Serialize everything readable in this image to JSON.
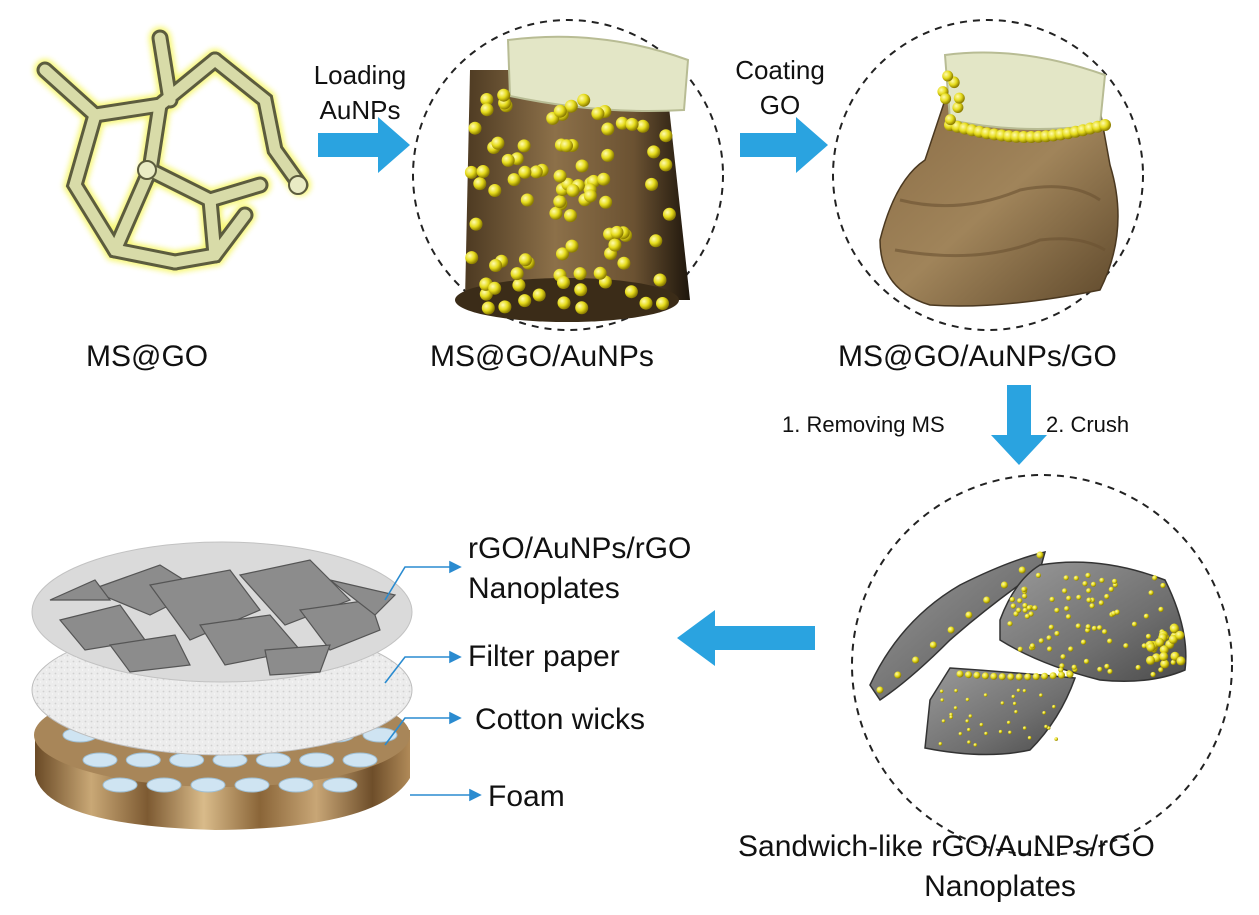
{
  "labels": {
    "ms_go": "MS@GO",
    "ms_go_aunps": "MS@GO/AuNPs",
    "ms_go_aunps_go": "MS@GO/AuNPs/GO",
    "sandwich_line1": "Sandwich-like  rGO/AuNPs/rGO",
    "sandwich_line2": "Nanoplates"
  },
  "steps": {
    "loading_1": "Loading",
    "loading_2": "AuNPs",
    "coating_1": "Coating",
    "coating_2": "GO",
    "removing": "1. Removing MS",
    "crush": "2. Crush"
  },
  "layers": {
    "nanoplates_1": "rGO/AuNPs/rGO",
    "nanoplates_2": "Nanoplates",
    "filter": "Filter paper",
    "cotton": "Cotton wicks",
    "foam": "Foam"
  },
  "colors": {
    "arrow": "#2aa3e0",
    "gold": "#e8e020",
    "sponge": "#d6d8a0",
    "brown": "#7a5f3c",
    "gray": "#8a8a8a"
  }
}
